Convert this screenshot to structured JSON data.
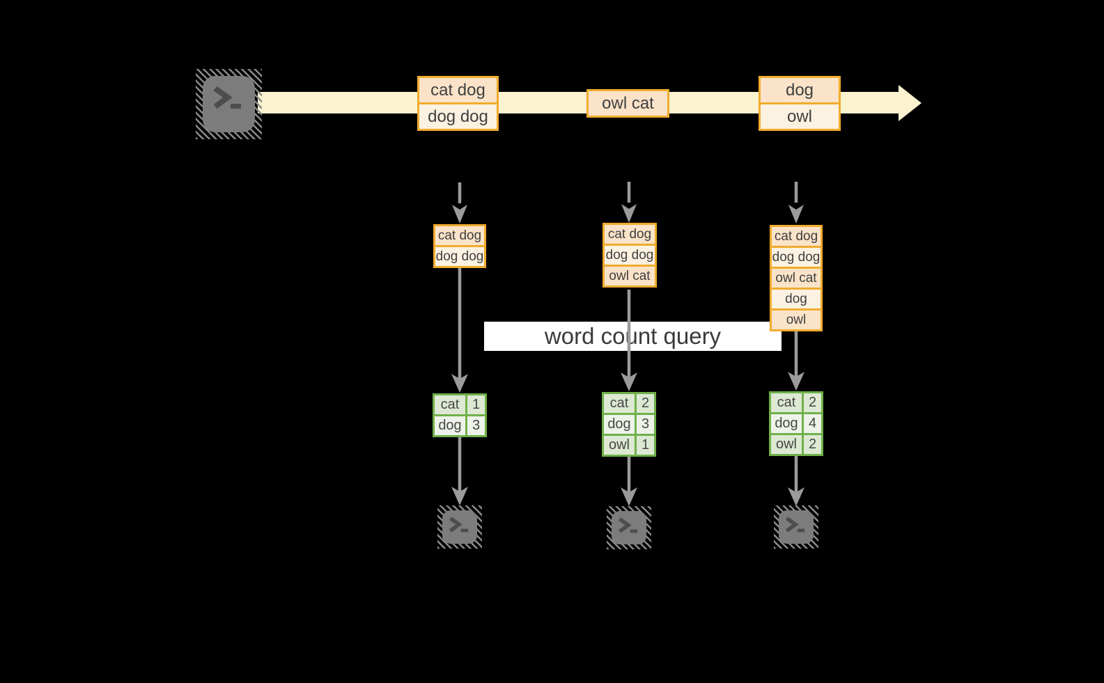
{
  "diagram": {
    "query_label": "word count query"
  },
  "stream": {
    "records": [
      {
        "lines": [
          "cat dog",
          "dog dog"
        ]
      },
      {
        "lines": [
          "owl cat"
        ]
      },
      {
        "lines": [
          "dog",
          "owl"
        ]
      }
    ]
  },
  "columns": [
    {
      "buffer": [
        "cat dog",
        "dog dog"
      ],
      "counts": [
        {
          "word": "cat",
          "count": "1"
        },
        {
          "word": "dog",
          "count": "3"
        }
      ]
    },
    {
      "buffer": [
        "cat dog",
        "dog dog",
        "owl cat"
      ],
      "counts": [
        {
          "word": "cat",
          "count": "2"
        },
        {
          "word": "dog",
          "count": "3"
        },
        {
          "word": "owl",
          "count": "1"
        }
      ]
    },
    {
      "buffer": [
        "cat dog",
        "dog dog",
        "owl cat",
        "dog",
        "owl"
      ],
      "counts": [
        {
          "word": "cat",
          "count": "2"
        },
        {
          "word": "dog",
          "count": "4"
        },
        {
          "word": "owl",
          "count": "2"
        }
      ]
    }
  ],
  "icons": {
    "source": "terminal-icon",
    "sinks": [
      "terminal-icon",
      "terminal-icon",
      "terminal-icon"
    ]
  },
  "colors": {
    "background": "#000000",
    "stream_fill": "#FBF2D0",
    "record_border": "#F0AC2E",
    "record_fill_dark": "#FAE3C8",
    "record_fill_light": "#FCF2E2",
    "table_border": "#6FB04A",
    "table_fill_dark": "#DEE9D3",
    "table_fill_light": "#EEF3EA",
    "arrow_gray": "#9B9B9B",
    "banner_bg": "#FFFFFF",
    "text": "#3F3F3F"
  }
}
